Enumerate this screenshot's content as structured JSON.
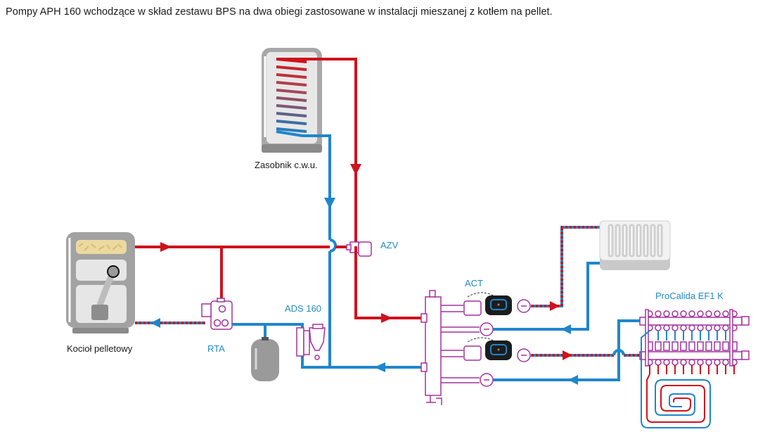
{
  "title": "Pompy  APH 160 wchodzące w skład zestawu BPS na dwa obiegi zastosowane w instalacji mieszanej z kotłem na pellet.",
  "labels": {
    "tank": "Zasobnik c.w.u.",
    "boiler": "Kocioł pelletowy",
    "rta": "RTA",
    "azv": "AZV",
    "ads": "ADS 160",
    "act": "ACT",
    "manifold": "ProCalida EF1 K"
  },
  "colors": {
    "supply": "#d0121b",
    "return": "#1f86cc",
    "fitting": "#a3329e",
    "appliance_gray": "#9a9a9a",
    "label_blue": "#1f8ac8"
  }
}
